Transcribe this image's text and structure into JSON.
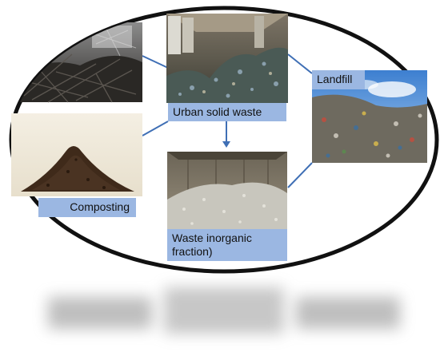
{
  "nodes": {
    "urban": "Urban solid waste",
    "landfill": "Landfill",
    "composting": "Composting",
    "inorganic": "Waste inorganic fraction)"
  },
  "colors": {
    "label_fill": "#9bb7e2",
    "connector": "#3f6fb5",
    "ellipse_outline": "#111111"
  },
  "icons": {
    "metal_scrap": "scrap-metal-photo",
    "urban_waste": "waste-facility-photo",
    "landfill": "landfill-photo",
    "compost": "compost-pile-photo",
    "inorganic": "inorganic-waste-photo"
  }
}
